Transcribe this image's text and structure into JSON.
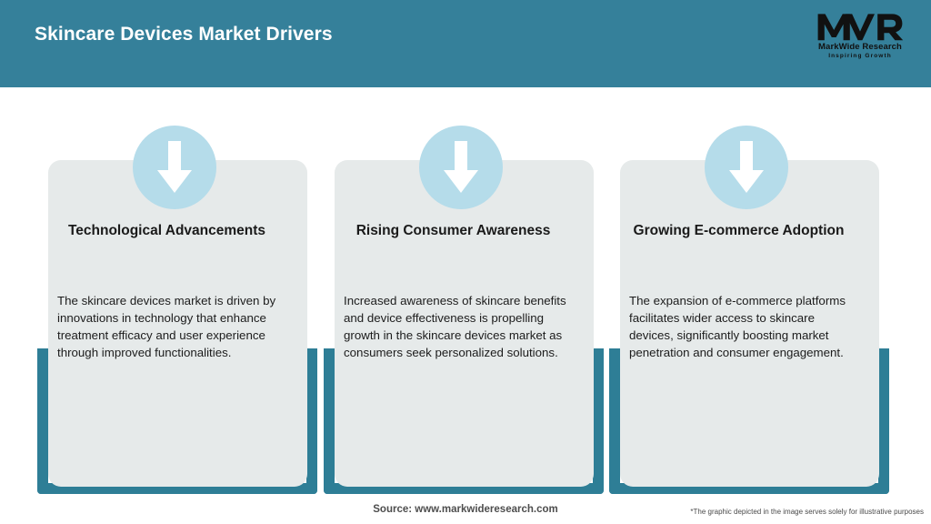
{
  "header": {
    "title": "Skincare Devices Market Drivers",
    "background_color": "#35809a",
    "title_color": "#ffffff"
  },
  "logo": {
    "mark": "MWR",
    "name": "MarkWide Research",
    "tagline": "Inspiring Growth"
  },
  "theme": {
    "teal": "#35809a",
    "frame_teal": "#2e7e96",
    "panel_gray": "#e6eaea",
    "circle_blue": "#b5dcea",
    "arrow_white": "#ffffff"
  },
  "cards": [
    {
      "icon": "arrow-down-icon",
      "title": "Technological Advancements",
      "body": "The skincare devices market is driven by innovations in technology that enhance treatment efficacy and user experience through improved functionalities."
    },
    {
      "icon": "arrow-down-icon",
      "title": "Rising Consumer Awareness",
      "body": "Increased awareness of skincare benefits and device effectiveness is propelling growth in the skincare devices market as consumers seek personalized solutions."
    },
    {
      "icon": "arrow-down-icon",
      "title": "Growing E-commerce Adoption",
      "body": "The expansion of e-commerce platforms facilitates wider access to skincare devices, significantly boosting market penetration and consumer engagement."
    }
  ],
  "footer": {
    "source": "Source: www.markwideresearch.com",
    "disclaimer": "*The graphic depicted in the image serves solely for illustrative purposes"
  }
}
